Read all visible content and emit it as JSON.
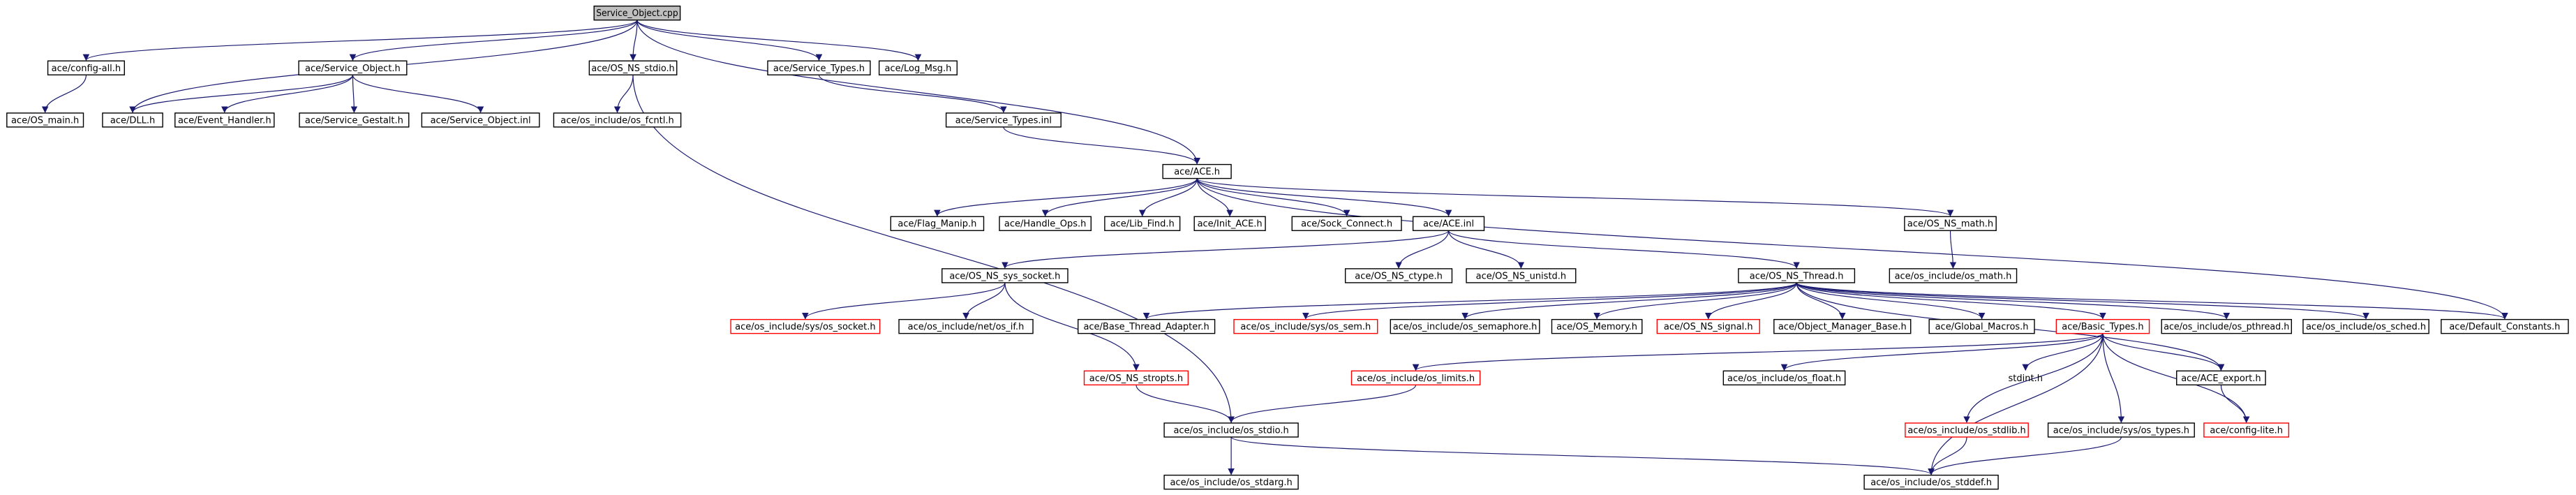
{
  "colors": {
    "edge": "#191970",
    "missing_border": "#ff0000",
    "root_fill": "#bfbfbf"
  },
  "nodes": [
    {
      "id": "root",
      "label": "Service_Object.cpp",
      "kind": "root"
    },
    {
      "id": "config_all",
      "label": "ace/config-all.h"
    },
    {
      "id": "os_main",
      "label": "ace/OS_main.h"
    },
    {
      "id": "svc_obj_h",
      "label": "ace/Service_Object.h"
    },
    {
      "id": "dll",
      "label": "ace/DLL.h"
    },
    {
      "id": "event_handler",
      "label": "ace/Event_Handler.h"
    },
    {
      "id": "svc_gestalt",
      "label": "ace/Service_Gestalt.h"
    },
    {
      "id": "svc_obj_inl",
      "label": "ace/Service_Object.inl"
    },
    {
      "id": "os_ns_stdio",
      "label": "ace/OS_NS_stdio.h"
    },
    {
      "id": "os_fcntl",
      "label": "ace/os_include/os_fcntl.h"
    },
    {
      "id": "svc_types",
      "label": "ace/Service_Types.h"
    },
    {
      "id": "svc_types_inl",
      "label": "ace/Service_Types.inl"
    },
    {
      "id": "log_msg",
      "label": "ace/Log_Msg.h"
    },
    {
      "id": "ace_h",
      "label": "ace/ACE.h"
    },
    {
      "id": "flag_manip",
      "label": "ace/Flag_Manip.h"
    },
    {
      "id": "handle_ops",
      "label": "ace/Handle_Ops.h"
    },
    {
      "id": "lib_find",
      "label": "ace/Lib_Find.h"
    },
    {
      "id": "init_ace",
      "label": "ace/Init_ACE.h"
    },
    {
      "id": "sock_connect",
      "label": "ace/Sock_Connect.h"
    },
    {
      "id": "ace_inl",
      "label": "ace/ACE.inl"
    },
    {
      "id": "os_ns_math",
      "label": "ace/OS_NS_math.h"
    },
    {
      "id": "os_math",
      "label": "ace/os_include/os_math.h"
    },
    {
      "id": "os_ns_sys_socket",
      "label": "ace/OS_NS_sys_socket.h"
    },
    {
      "id": "os_ns_ctype",
      "label": "ace/OS_NS_ctype.h"
    },
    {
      "id": "os_ns_unistd",
      "label": "ace/OS_NS_unistd.h"
    },
    {
      "id": "os_ns_thread",
      "label": "ace/OS_NS_Thread.h"
    },
    {
      "id": "os_socket",
      "label": "ace/os_include/sys/os_socket.h",
      "kind": "missing"
    },
    {
      "id": "os_if",
      "label": "ace/os_include/net/os_if.h"
    },
    {
      "id": "base_thread_adapter",
      "label": "ace/Base_Thread_Adapter.h"
    },
    {
      "id": "os_sem",
      "label": "ace/os_include/sys/os_sem.h",
      "kind": "missing"
    },
    {
      "id": "os_semaphore",
      "label": "ace/os_include/os_semaphore.h"
    },
    {
      "id": "os_memory",
      "label": "ace/OS_Memory.h"
    },
    {
      "id": "os_ns_signal",
      "label": "ace/OS_NS_signal.h",
      "kind": "missing"
    },
    {
      "id": "obj_mgr_base",
      "label": "ace/Object_Manager_Base.h"
    },
    {
      "id": "global_macros",
      "label": "ace/Global_Macros.h"
    },
    {
      "id": "basic_types",
      "label": "ace/Basic_Types.h",
      "kind": "missing"
    },
    {
      "id": "os_pthread",
      "label": "ace/os_include/os_pthread.h"
    },
    {
      "id": "os_sched",
      "label": "ace/os_include/os_sched.h"
    },
    {
      "id": "default_constants",
      "label": "ace/Default_Constants.h"
    },
    {
      "id": "os_ns_stropts",
      "label": "ace/OS_NS_stropts.h",
      "kind": "missing"
    },
    {
      "id": "os_limits",
      "label": "ace/os_include/os_limits.h",
      "kind": "missing"
    },
    {
      "id": "os_float",
      "label": "ace/os_include/os_float.h"
    },
    {
      "id": "stdint",
      "label": "stdint.h",
      "kind": "plain"
    },
    {
      "id": "ace_export",
      "label": "ace/ACE_export.h"
    },
    {
      "id": "config_lite",
      "label": "ace/config-lite.h",
      "kind": "missing"
    },
    {
      "id": "os_stdio",
      "label": "ace/os_include/os_stdio.h"
    },
    {
      "id": "os_stdlib",
      "label": "ace/os_include/os_stdlib.h",
      "kind": "missing"
    },
    {
      "id": "os_types",
      "label": "ace/os_include/sys/os_types.h"
    },
    {
      "id": "os_stdarg",
      "label": "ace/os_include/os_stdarg.h"
    },
    {
      "id": "os_stddef",
      "label": "ace/os_include/os_stddef.h"
    }
  ]
}
